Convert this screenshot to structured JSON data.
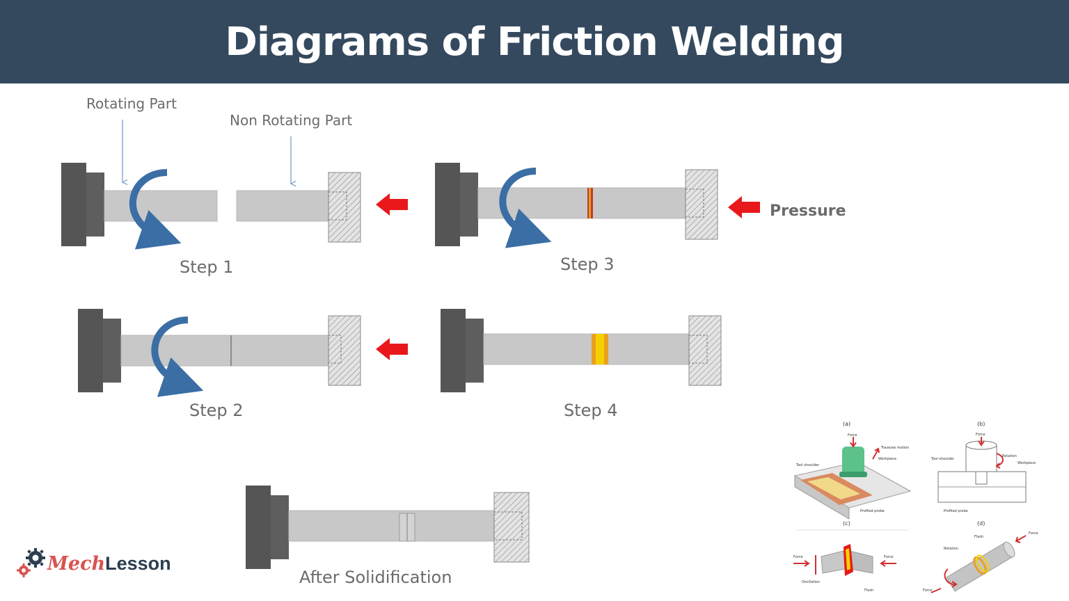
{
  "header": {
    "title": "Diagrams of Friction Welding"
  },
  "labels": {
    "rotating_part": "Rotating Part",
    "non_rotating_part": "Non Rotating Part",
    "pressure": "Pressure",
    "step1": "Step 1",
    "step2": "Step 2",
    "step3": "Step 3",
    "step4": "Step 4",
    "after": "After Solidification"
  },
  "inset": {
    "panel_a": "(a)",
    "panel_b": "(b)",
    "panel_c": "(c)",
    "panel_d": "(d)",
    "force": "Force",
    "rotation": "Rotation",
    "traverse_motion": "Traverse motion",
    "workpiece": "Workpiece",
    "tool_shoulder": "Tool shoulder",
    "profiled_probe": "Profiled probe",
    "oscillation": "Oscillation",
    "flash": "Flash"
  },
  "logo": {
    "part1": "Mech",
    "part2": "Lesson"
  },
  "colors": {
    "banner": "#34495e",
    "chuck": "#555555",
    "rod": "#c8c8c8",
    "arrow_blue": "#3a6ea5",
    "arrow_red": "#e8181b",
    "weld_red": "#c0392b",
    "weld_yellow": "#f5d000"
  }
}
